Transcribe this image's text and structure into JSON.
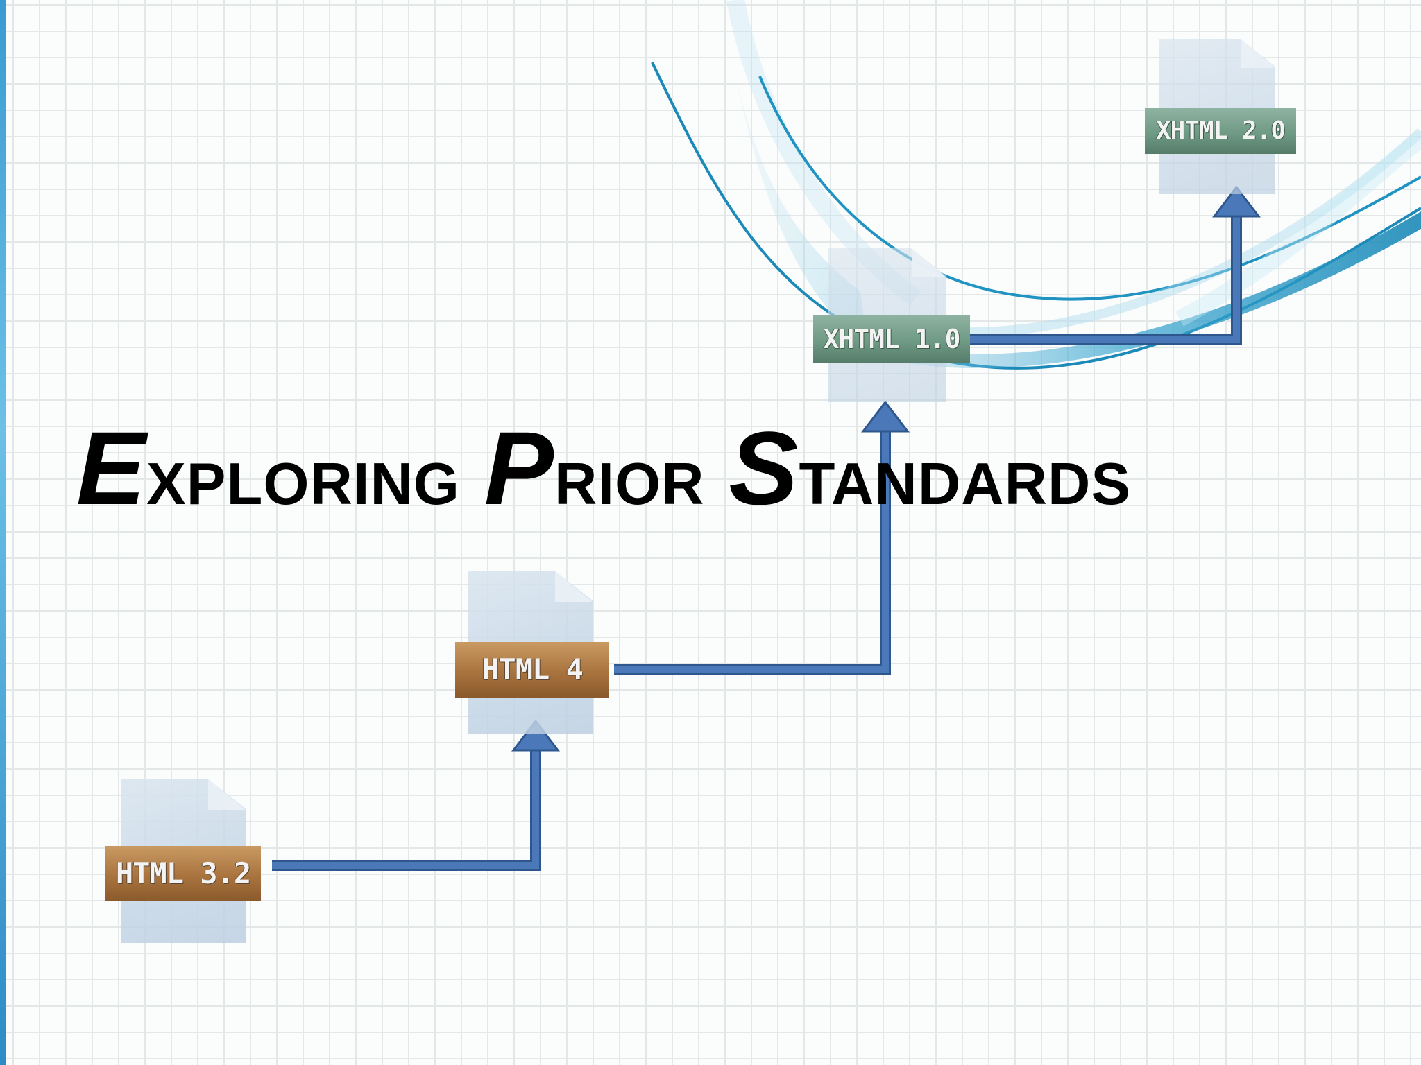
{
  "title": {
    "words": [
      {
        "initial": "E",
        "rest": "xploring"
      },
      {
        "initial": "P",
        "rest": "rior"
      },
      {
        "initial": "S",
        "rest": "tandards"
      }
    ]
  },
  "nodes": [
    {
      "id": "html32",
      "label": "HTML 3.2"
    },
    {
      "id": "html4",
      "label": "HTML 4"
    },
    {
      "id": "xhtml10",
      "label": "XHTML 1.0"
    },
    {
      "id": "xhtml20",
      "label": "XHTML 2.0"
    }
  ],
  "colors": {
    "arrow_fill": "#4a78b8",
    "arrow_stroke": "#2e578e",
    "swoosh": "#1b8ab8",
    "label_orange": "#a9733e",
    "label_green": "#6f9a84",
    "title_text": "#000000"
  }
}
